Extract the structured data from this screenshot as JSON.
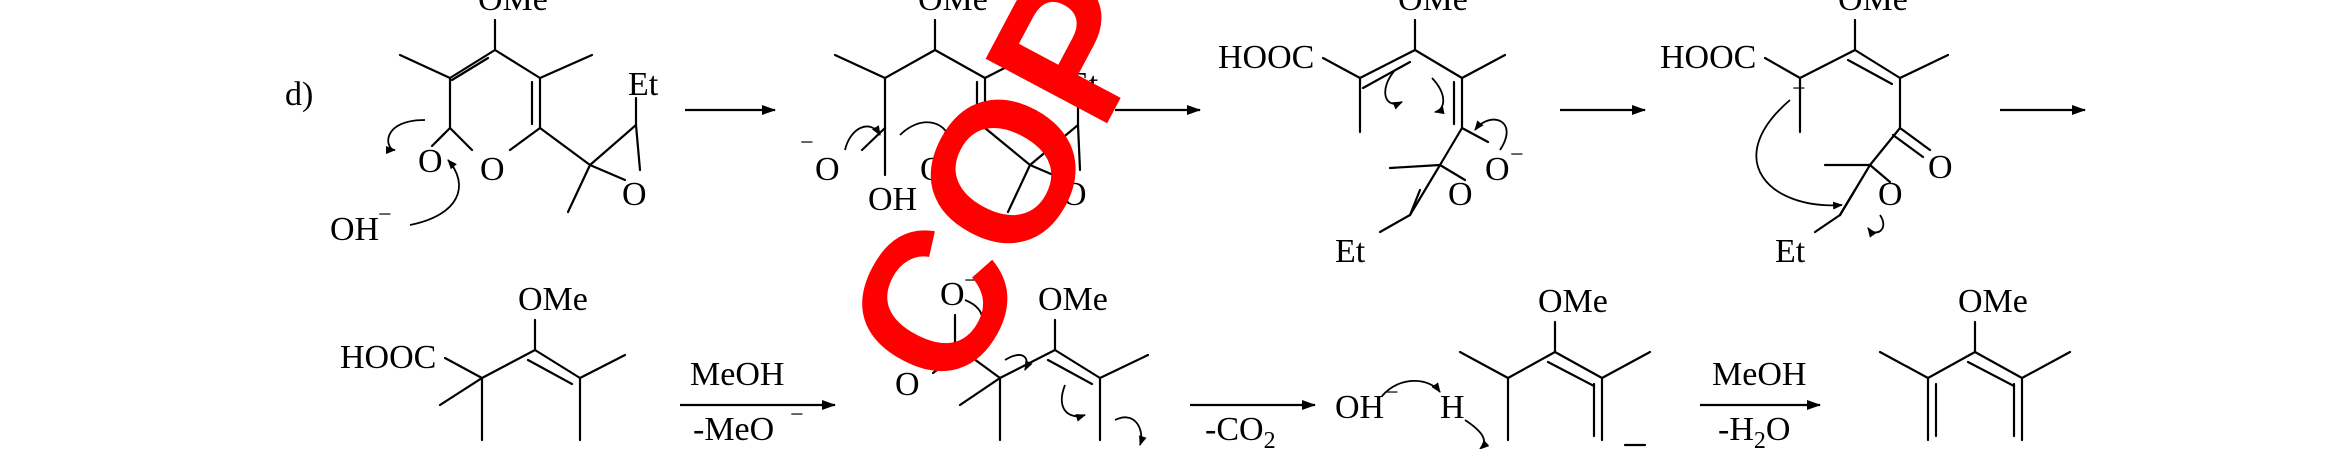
{
  "part_label": "d)",
  "groups": {
    "ome": "OMe",
    "et": "Et",
    "hooc": "HOOC",
    "oxygen": "O",
    "hydroxide": "OH",
    "hydroxyl": "OH",
    "hydrogen": "H",
    "minus": "−"
  },
  "reagents": {
    "step5_above": "MeOH",
    "step5_below": "-MeO",
    "step6_below": "-CO",
    "step6_below_sub": "2",
    "step7_above": "MeOH",
    "step7_below": "-H",
    "step7_below_sub": "2",
    "step7_below_tail": "O"
  },
  "watermark": "COPY"
}
